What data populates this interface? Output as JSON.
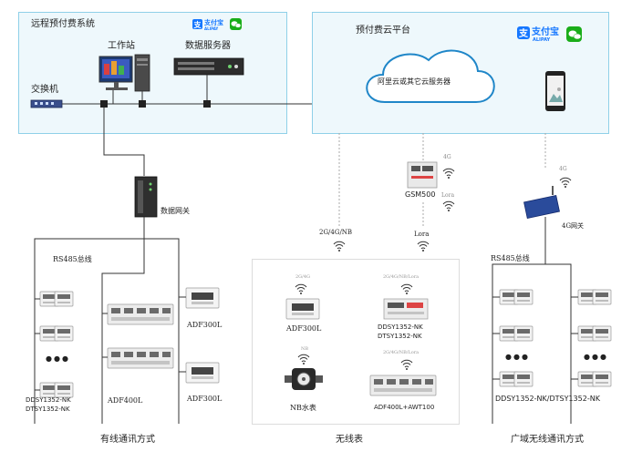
{
  "colors": {
    "panel_border": "#8fd0e8",
    "panel_fill": "#eef8fc",
    "wireless_panel_border": "#dcdcdc",
    "line": "#333333",
    "dotted": "#aaaaaa",
    "cloud": "#1f86c8",
    "alipay_blue": "#1677ff",
    "wechat_green": "#1aad19"
  },
  "left_panel": {
    "title": "远程预付费系统",
    "workstation": "工作站",
    "data_server": "数据服务器",
    "switch": "交换机"
  },
  "right_panel": {
    "title": "预付费云平台",
    "cloud_label": "阿里云或其它云服务器"
  },
  "alipay": {
    "name": "支付宝",
    "sub": "ALIPAY"
  },
  "wired": {
    "gateway": "数据网关",
    "bus": "RS485总线",
    "meter_a": "DDSY1352-NK",
    "meter_b": "DTSY1352-NK",
    "adf400l": "ADF400L",
    "adf300l_top": "ADF300L",
    "adf300l_bottom": "ADF300L",
    "dots": "●●●",
    "caption": "有线通讯方式"
  },
  "wireless": {
    "link": "2G/4G/NB",
    "lora": "Lora",
    "gsm500": "GSM500",
    "g4": "4G",
    "lora_small": "Lora",
    "adf300l": "ADF300L",
    "adf300l_sig": "2G/4G",
    "dd_sig": "2G/4G/NB/Lora",
    "dd_a": "DDSY1352-NK",
    "dd_b": "DTSY1352-NK",
    "nb_sig": "NB",
    "nb_meter": "NB水表",
    "awt_sig": "2G/4G/NB/Lora",
    "awt": "ADF400L+AWT100",
    "caption": "无线表"
  },
  "wan": {
    "g4": "4G",
    "gateway": "4G网关",
    "bus": "RS485总线",
    "dots_left": "●●●",
    "dots_right": "●●●",
    "meters": "DDSY1352-NK/DTSY1352-NK",
    "caption": "广域无线通讯方式"
  }
}
